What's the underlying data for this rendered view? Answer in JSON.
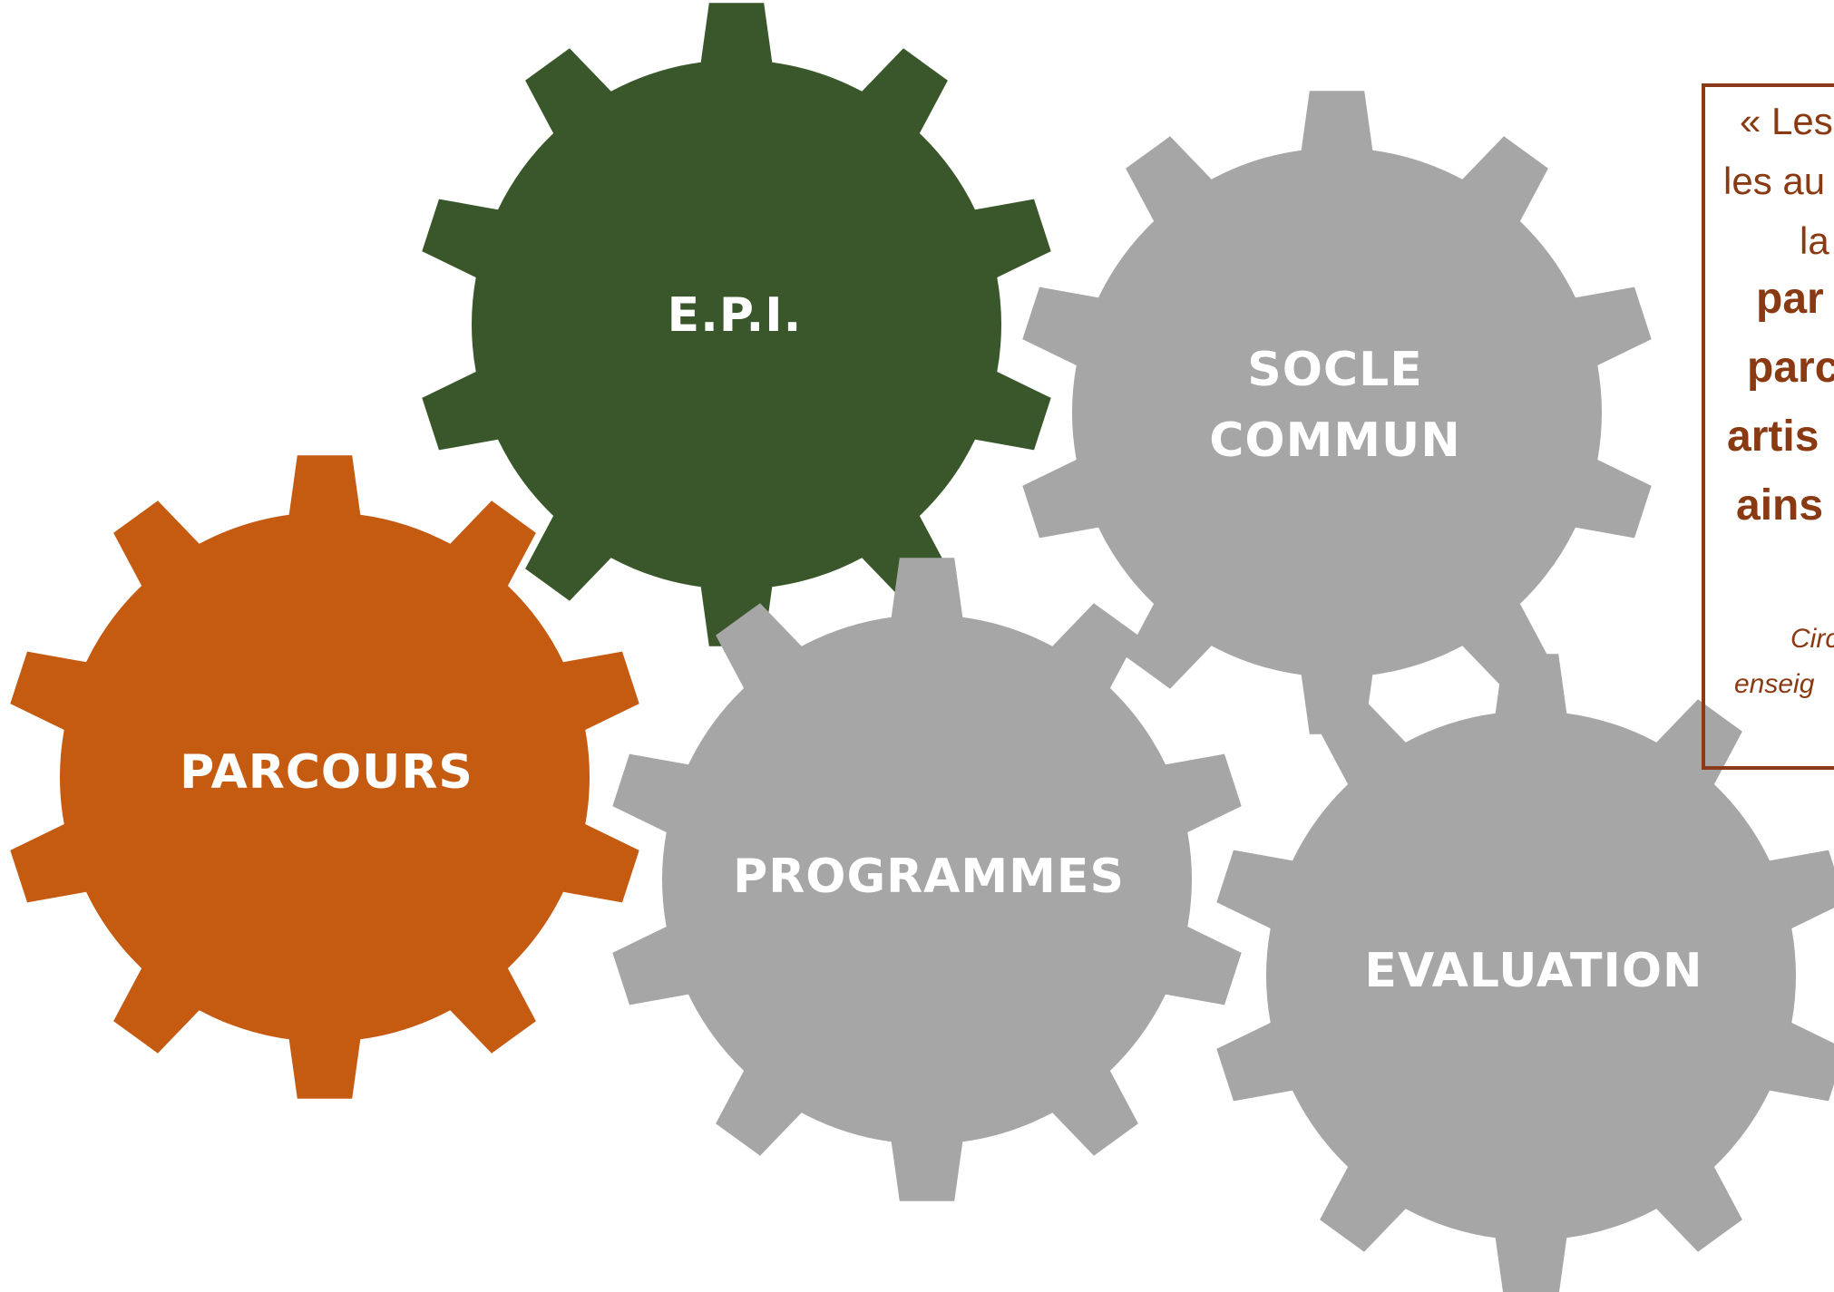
{
  "colors": {
    "epi": "#39572a",
    "parcours": "#c55a11",
    "gray": "#a6a6a6",
    "text_brown": "#8a3a12",
    "border": "#8a3a1a"
  },
  "gears": {
    "epi": {
      "label": "E.P.I."
    },
    "socle": {
      "label_line1": "SOCLE",
      "label_line2": "COMMUN"
    },
    "parcours": {
      "label": "PARCOURS"
    },
    "programmes": {
      "label": "PROGRAMMES"
    },
    "evaluation": {
      "label": "EVALUATION"
    }
  },
  "quote": {
    "line1": "« Les",
    "line2": "les au",
    "line3": "la",
    "line4": "par",
    "line5": "parc",
    "line6": "artis",
    "line7": "ains",
    "source_line1": "Circ",
    "source_line2": "enseig"
  }
}
